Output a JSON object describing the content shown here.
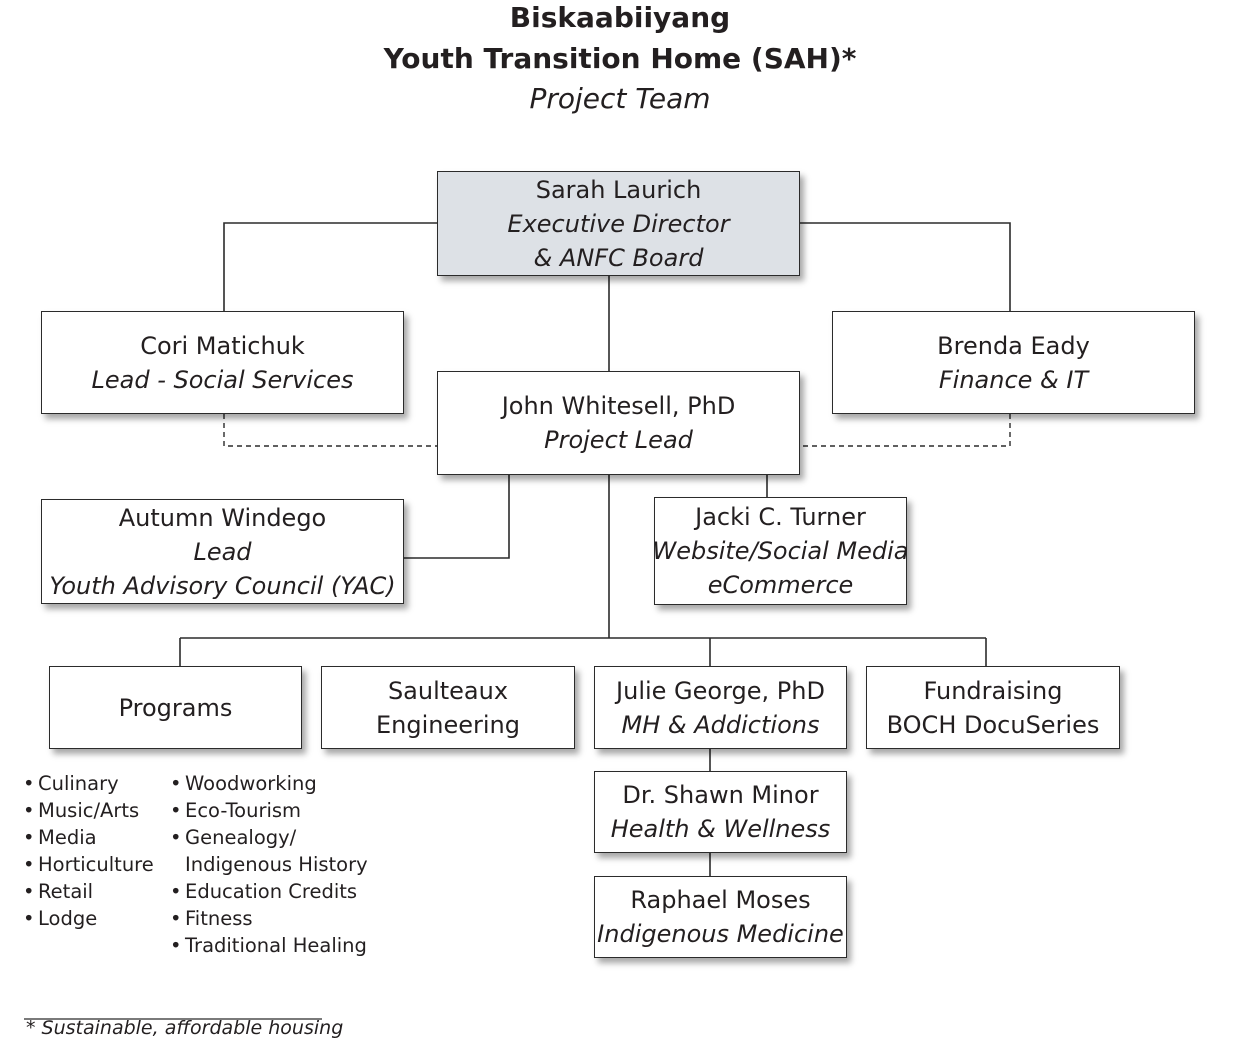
{
  "title": {
    "line1": "Biskaabiiyang",
    "line2": "Youth Transition Home (SAH)*",
    "line3": "Project Team"
  },
  "boxes": {
    "executive": {
      "name": "Sarah Laurich",
      "role1": "Executive Director",
      "role2": "& ANFC Board"
    },
    "social": {
      "name": "Cori Matichuk",
      "role": "Lead - Social Services"
    },
    "finance": {
      "name": "Brenda Eady",
      "role": "Finance & IT"
    },
    "project_lead": {
      "name": "John Whitesell, PhD",
      "role": "Project Lead"
    },
    "yac": {
      "name": "Autumn Windego",
      "role1": "Lead",
      "role2": "Youth Advisory Council (YAC)"
    },
    "web": {
      "name": "Jacki C. Turner",
      "role1": "Website/Social Media",
      "role2": "eCommerce"
    },
    "programs": {
      "name": "Programs"
    },
    "engineering": {
      "line1": "Saulteaux",
      "line2": "Engineering"
    },
    "mh": {
      "name": "Julie George, PhD",
      "role": "MH & Addictions"
    },
    "fundraising": {
      "line1": "Fundraising",
      "line2": "BOCH DocuSeries"
    },
    "health": {
      "name": "Dr. Shawn Minor",
      "role": "Health & Wellness"
    },
    "medicine": {
      "name": "Raphael Moses",
      "role": "Indigenous Medicine"
    }
  },
  "programs_list": {
    "col1": [
      "Culinary",
      "Music/Arts",
      "Media",
      "Horticulture",
      "Retail",
      "Lodge"
    ],
    "col2": [
      "Woodworking",
      "Eco-Tourism",
      "Genealogy/",
      "Indigenous History",
      "Education Credits",
      "Fitness",
      "Traditional Healing"
    ]
  },
  "footnote": "* Sustainable, affordable housing"
}
